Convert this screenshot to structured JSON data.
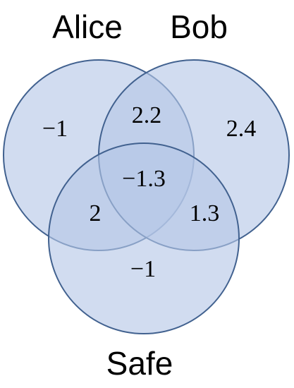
{
  "venn": {
    "sets": [
      {
        "key": "alice",
        "label": "Alice"
      },
      {
        "key": "bob",
        "label": "Bob"
      },
      {
        "key": "safe",
        "label": "Safe"
      }
    ],
    "regions": {
      "alice_only": "−1",
      "bob_only": "2.4",
      "safe_only": "−1",
      "alice_bob": "2.2",
      "alice_safe": "2",
      "bob_safe": "1.3",
      "all_three": "−1.3"
    },
    "colors": {
      "fill": "#b4c7e7",
      "stroke": "#41618f"
    }
  }
}
